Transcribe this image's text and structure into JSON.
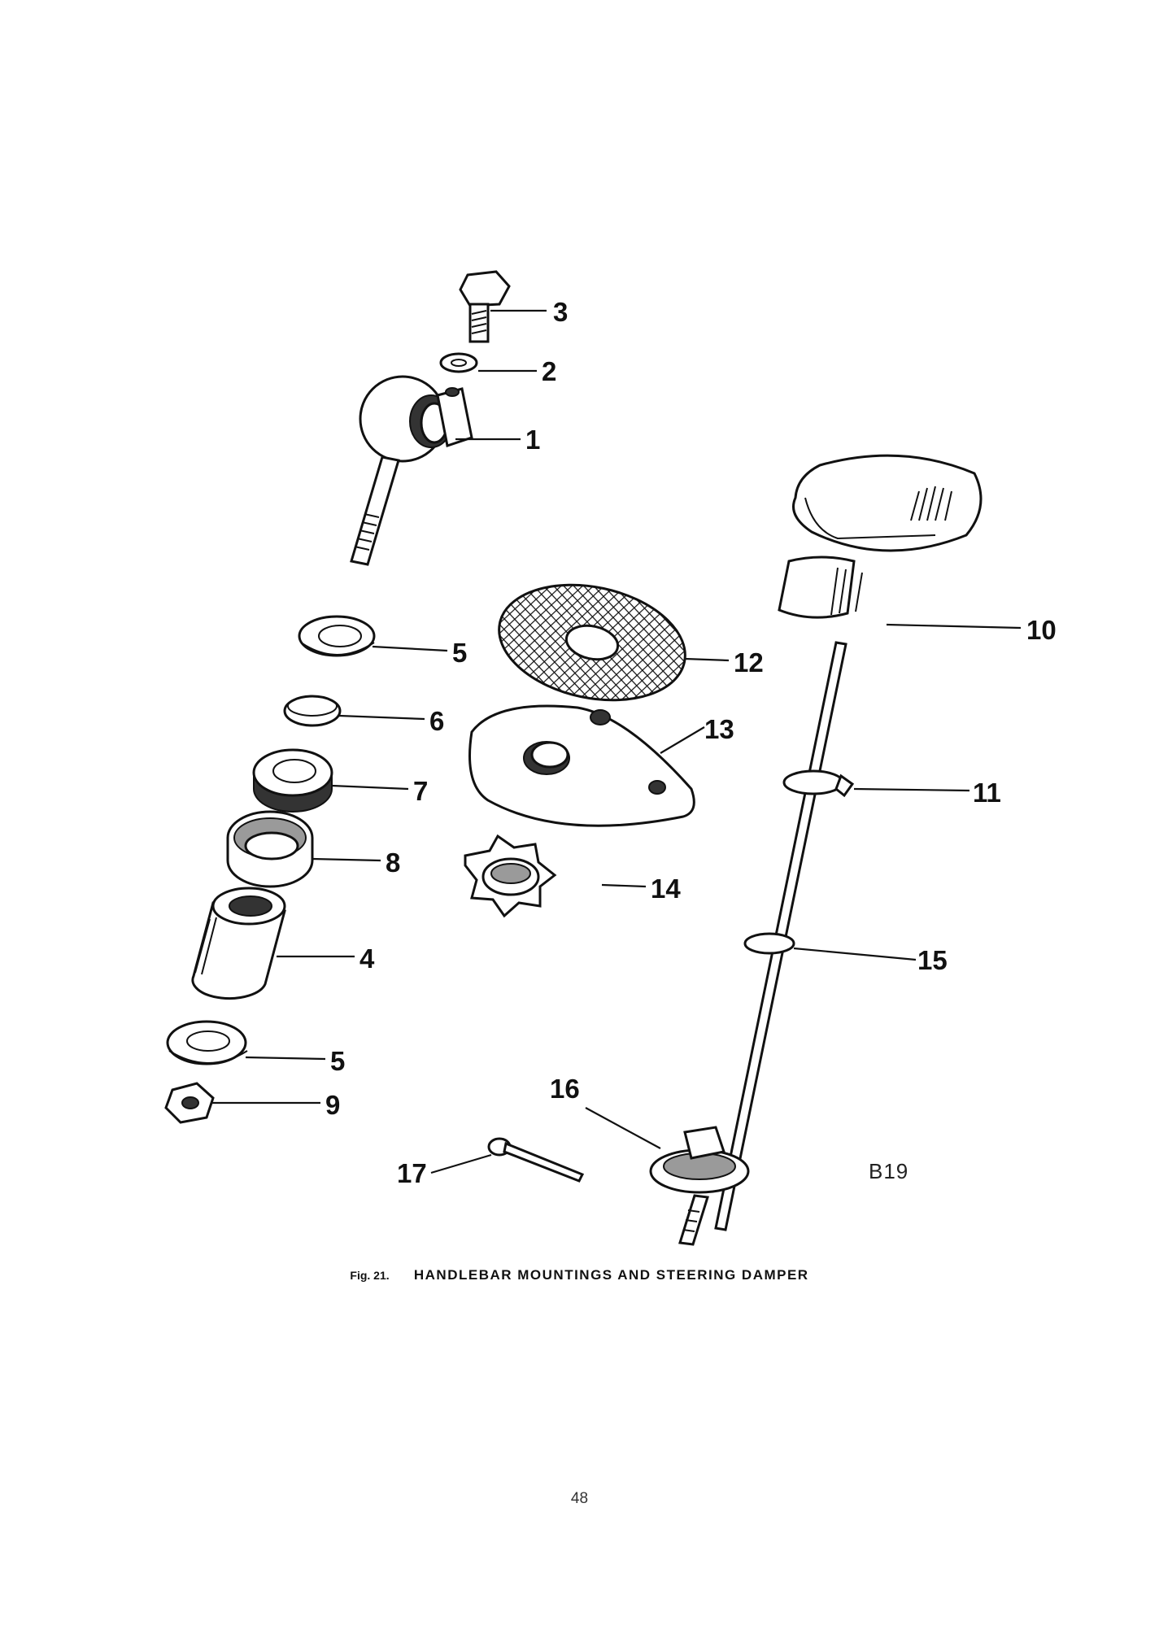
{
  "figure": {
    "number_label": "Fig. 21.",
    "title": "HANDLEBAR MOUNTINGS AND STEERING DAMPER",
    "drawing_code": "B19"
  },
  "page_number": "48",
  "callouts": {
    "c1": "1",
    "c2": "2",
    "c3": "3",
    "c4": "4",
    "c5a": "5",
    "c5b": "5",
    "c6": "6",
    "c7": "7",
    "c8": "8",
    "c9": "9",
    "c10": "10",
    "c11": "11",
    "c12": "12",
    "c13": "13",
    "c14": "14",
    "c15": "15",
    "c16": "16",
    "c17": "17"
  },
  "parts": [
    "clamp-bolt",
    "washer",
    "bolt",
    "rubber-bush",
    "cup-washer",
    "sleeve",
    "rubber-ring",
    "bush-cup",
    "nut",
    "damper-knob",
    "spring-washer",
    "friction-disc",
    "anchor-plate",
    "star-washer",
    "washer",
    "nut-and-washer",
    "split-pin"
  ]
}
